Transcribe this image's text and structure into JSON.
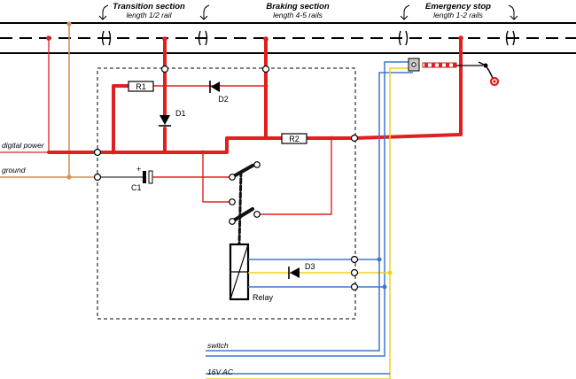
{
  "sections": {
    "transition": {
      "title": "Transition section",
      "length": "length 1/2 rail"
    },
    "braking": {
      "title": "Braking section",
      "length": "length 4-5 rails"
    },
    "emergency": {
      "title": "Emergency stop",
      "length": "length 1-2 rails"
    }
  },
  "inputs": {
    "digital_power": "digital power",
    "ground": "ground",
    "switch": "switch",
    "ac": "16V AC"
  },
  "components": {
    "r1": "R1",
    "r2": "R2",
    "d1": "D1",
    "d2": "D2",
    "d3": "D3",
    "c1": "C1",
    "c1_polarity": "+",
    "relay": "Relay"
  },
  "colors": {
    "track_power": "#e02020",
    "ground": "#d2915a",
    "switch_wire": "#3a78c8",
    "ac_wire": "#f0d020",
    "relay_contact": "#111111"
  }
}
